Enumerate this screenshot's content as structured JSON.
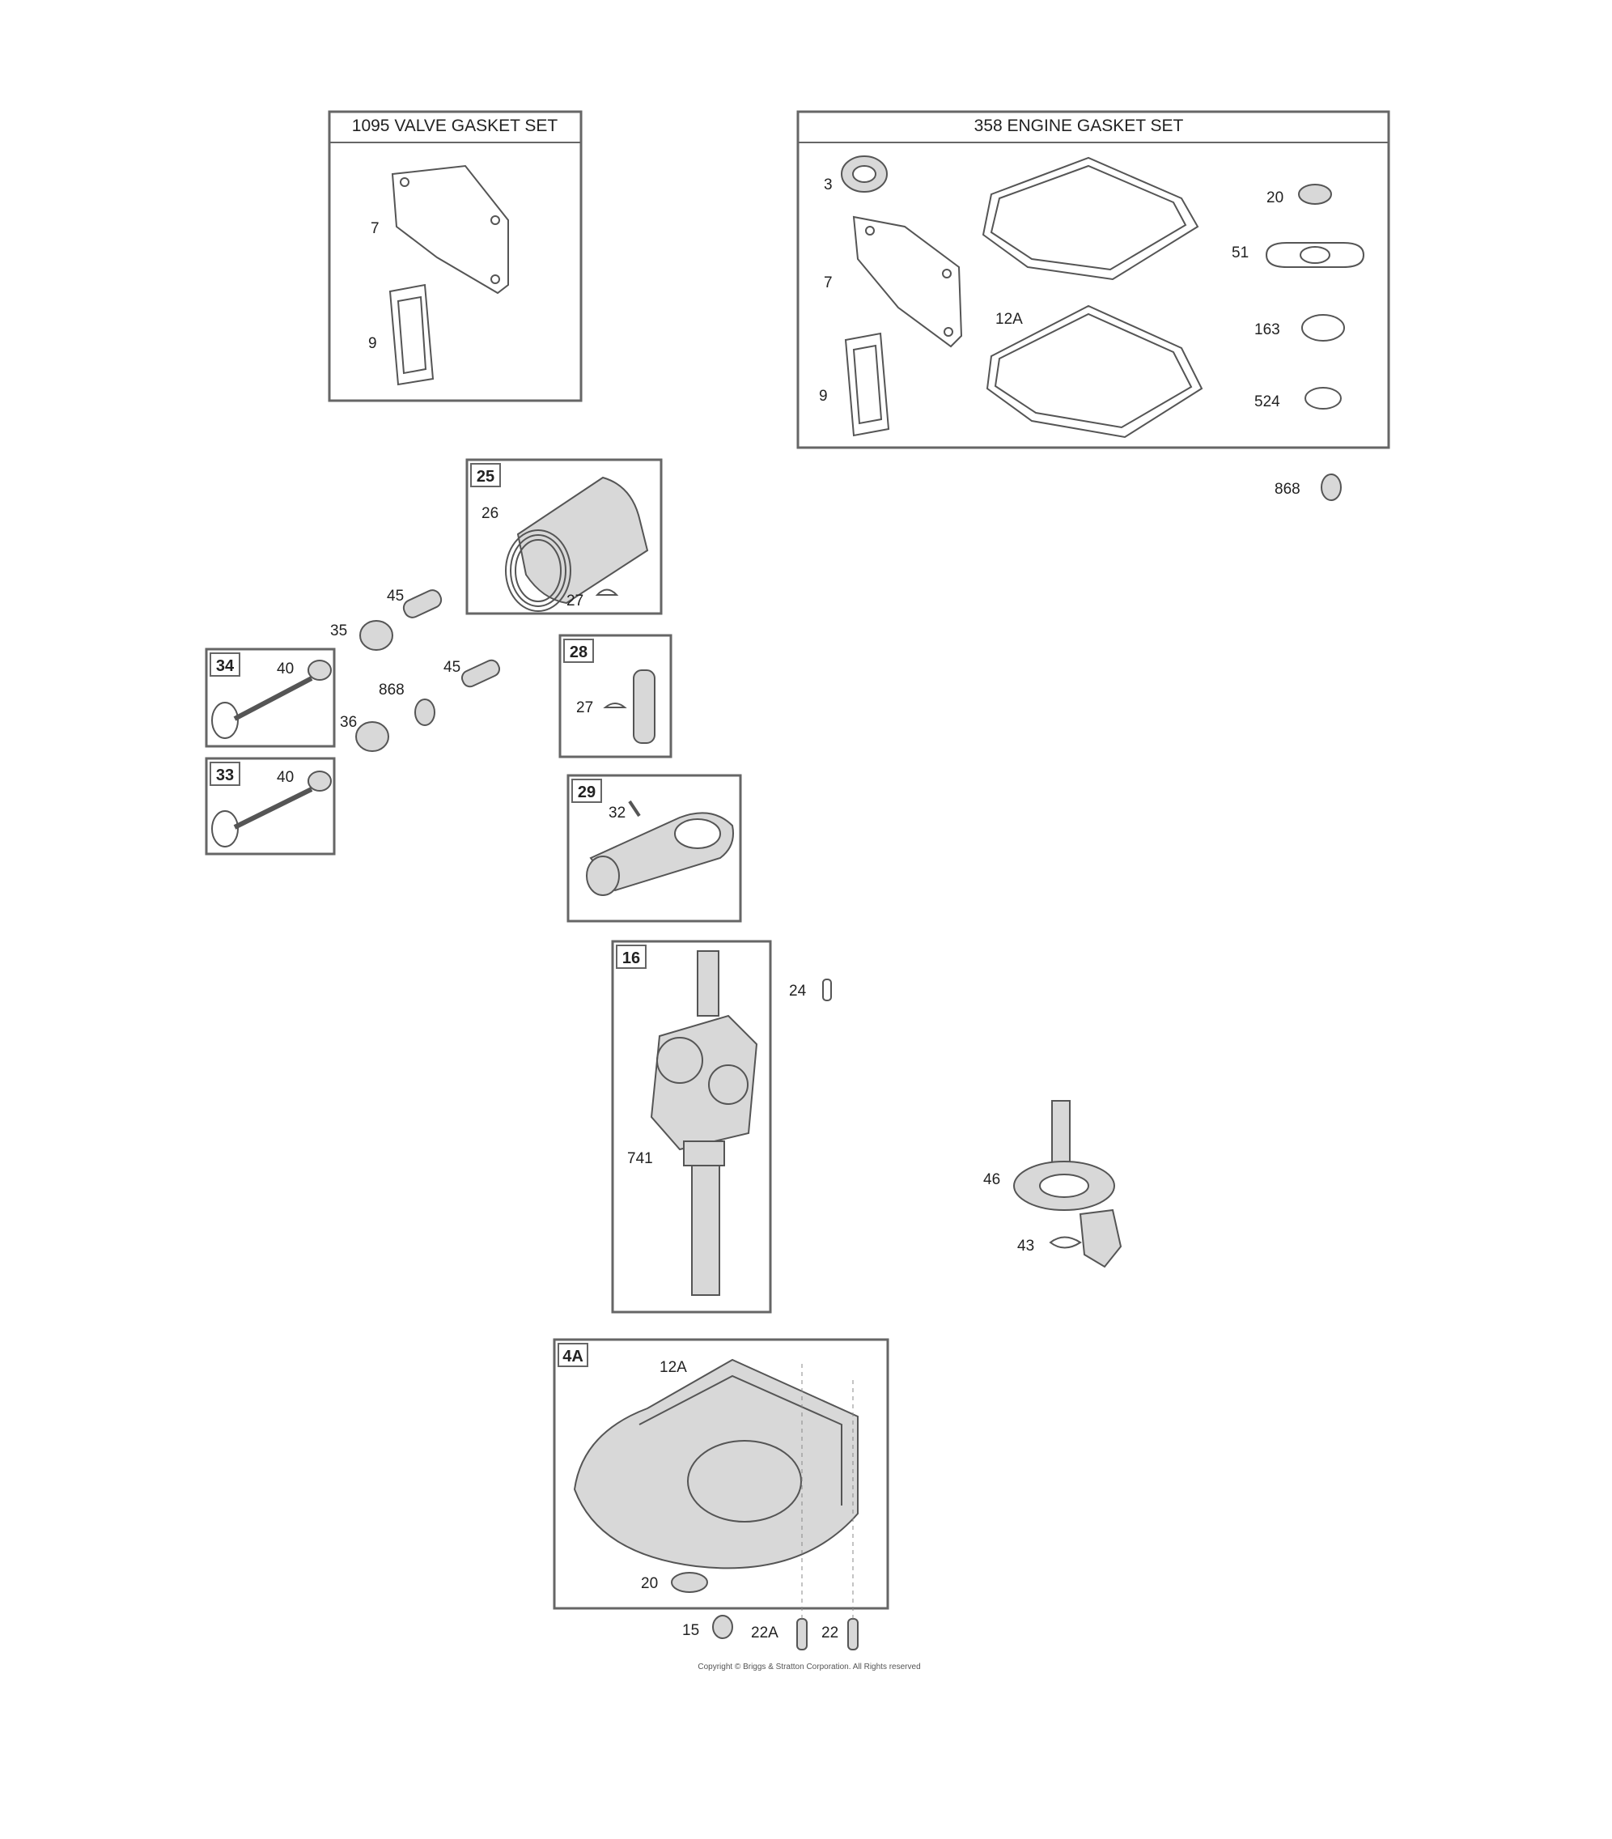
{
  "kits": {
    "valve_gasket_set": {
      "title": "1095 VALVE GASKET SET",
      "labels": [
        "7",
        "9"
      ]
    },
    "engine_gasket_set": {
      "title": "358 ENGINE GASKET SET",
      "labels": [
        "3",
        "7",
        "9",
        "12A",
        "20",
        "51",
        "163",
        "524"
      ]
    }
  },
  "boxes": {
    "piston": {
      "number": "25",
      "labels": [
        "26",
        "27"
      ]
    },
    "piston_pin": {
      "number": "28",
      "labels": [
        "27"
      ]
    },
    "exhaust_valve": {
      "number": "34",
      "labels": [
        "40"
      ]
    },
    "intake_valve": {
      "number": "33",
      "labels": [
        "40"
      ]
    },
    "connecting_rod": {
      "number": "29",
      "labels": [
        "32"
      ]
    },
    "crankshaft": {
      "number": "16",
      "labels": [
        "741"
      ]
    },
    "sump": {
      "number": "4A",
      "labels": [
        "12A",
        "20"
      ]
    }
  },
  "loose_labels": {
    "seal_868_top": "868",
    "key_45_upper": "45",
    "spring_35": "35",
    "key_45_lower": "45",
    "retainer_868": "868",
    "spring_36": "36",
    "key_24": "24",
    "cam_46": "46",
    "lifter_43": "43",
    "plug_15": "15",
    "dowel_22A": "22A",
    "dowel_22": "22"
  },
  "copyright": "Copyright © Briggs & Stratton Corporation. All Rights reserved"
}
